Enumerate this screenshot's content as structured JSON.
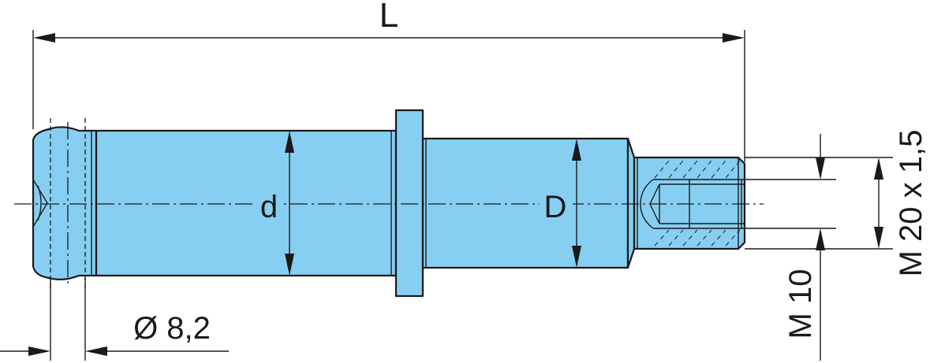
{
  "drawing": {
    "labels": {
      "length": "L",
      "small_diameter": "d",
      "large_diameter": "D",
      "hole_diameter": "Ø 8,2",
      "inner_thread": "M 10",
      "outer_thread": "M 20 x 1,5"
    },
    "colors": {
      "part_fill": "#87cff2",
      "line": "#1a1a1a",
      "background": "#ffffff"
    }
  }
}
